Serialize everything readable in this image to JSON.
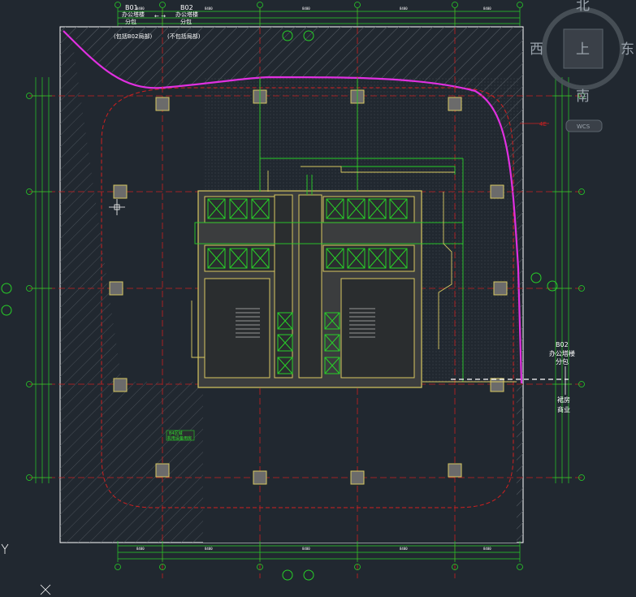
{
  "viewcube": {
    "north": "北",
    "south": "南",
    "east": "东",
    "west": "西",
    "top_face": "上",
    "wcs_label": "WCS"
  },
  "annotations": {
    "b01_code": "B01",
    "b01_title": "办公塔楼",
    "b01_sub": "分包",
    "b01_note": "(包括B02局部)",
    "b02_code": "B02",
    "b02_title": "办公塔楼",
    "b02_sub": "分包",
    "b02_note": "(不包括局部)",
    "right_code": "B02",
    "right_title": "办公塔楼",
    "right_sub": "分包",
    "right_block_1": "裙房",
    "right_block_2": "商业",
    "red_tag": "4E",
    "room_label": "B4区域",
    "room_sub": "机电设备用房"
  },
  "colors": {
    "background": "#212830",
    "grid_red": "#d02020",
    "grid_green": "#28d028",
    "core_yellow": "#d8c860",
    "boundary_magenta": "#e030e0",
    "hatch_gray": "#5a6068"
  }
}
